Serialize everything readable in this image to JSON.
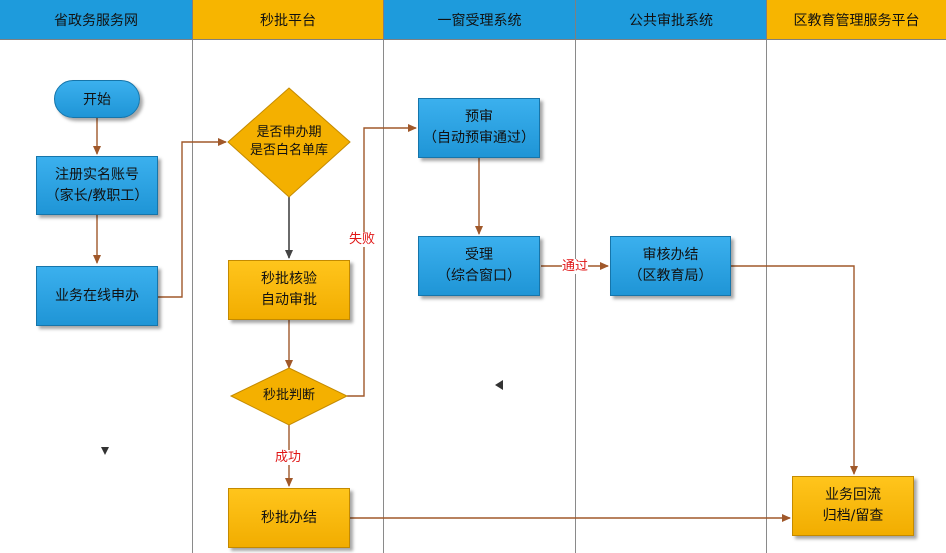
{
  "lanes": [
    {
      "title": "省政务服务网",
      "color": "#1e9bdc"
    },
    {
      "title": "秒批平台",
      "color": "#f7b500"
    },
    {
      "title": "一窗受理系统",
      "color": "#1e9bdc"
    },
    {
      "title": "公共审批系统",
      "color": "#1e9bdc"
    },
    {
      "title": "区教育管理服务平台",
      "color": "#f7b500"
    }
  ],
  "nodes": {
    "start": "开始",
    "register": {
      "line1": "注册实名账号",
      "line2": "（家长/教职工）"
    },
    "apply": "业务在线申办",
    "check_period": {
      "line1": "是否申办期",
      "line2": "是否白名单库"
    },
    "verify": {
      "line1": "秒批核验",
      "line2": "自动审批"
    },
    "judge": "秒批判断",
    "finish_fast": "秒批办结",
    "prereview": {
      "line1": "预审",
      "line2": "（自动预审通过）"
    },
    "accept": {
      "line1": "受理",
      "line2": "（综合窗口）"
    },
    "approve": {
      "line1": "审核办结",
      "line2": "（区教育局）"
    },
    "archive": {
      "line1": "业务回流",
      "line2": "归档/留查"
    }
  },
  "edge_labels": {
    "fail": "失败",
    "success": "成功",
    "pass": "通过"
  },
  "colors": {
    "blue": "#1e9bdc",
    "gold": "#f7b500",
    "connector": "#a0582a",
    "arrow_gray": "#555555",
    "label_red": "#e01515"
  }
}
